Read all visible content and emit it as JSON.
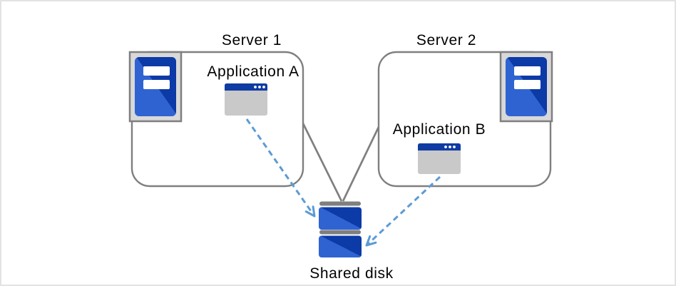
{
  "diagram": {
    "server1": {
      "title": "Server 1",
      "icon": "server-tower-icon",
      "application": {
        "label": "Application A",
        "icon": "app-window-icon"
      }
    },
    "server2": {
      "title": "Server 2",
      "icon": "server-tower-icon",
      "application": {
        "label": "Application B",
        "icon": "app-window-icon"
      }
    },
    "shared_disk": {
      "label": "Shared disk",
      "icon": "disk-stack-icon"
    },
    "connections": [
      {
        "from": "server-1-box",
        "to": "shared-disk",
        "style": "solid-gray-line"
      },
      {
        "from": "server-2-box",
        "to": "shared-disk",
        "style": "solid-gray-line"
      },
      {
        "from": "application-a",
        "to": "shared-disk",
        "style": "dashed-blue-arrow"
      },
      {
        "from": "application-b",
        "to": "shared-disk",
        "style": "dashed-blue-arrow"
      }
    ]
  },
  "colors": {
    "canvas_border": "#e3e3e3",
    "box_border_gray": "#7f7f7f",
    "connector_gray": "#7f7f7f",
    "arrow_dashed_blue": "#5b9bd5",
    "icon_frame_fill": "#d9d9d9",
    "icon_frame_border": "#7f7f7f",
    "icon_blue_light": "#2f63d2",
    "icon_blue_dark": "#0c3aa6",
    "window_titlebar_blue": "#0e3ca3",
    "window_body_gray": "#c9c9c9",
    "disk_cap_gray": "#7f7f7f",
    "label_text": "#000000",
    "background": "#ffffff"
  }
}
